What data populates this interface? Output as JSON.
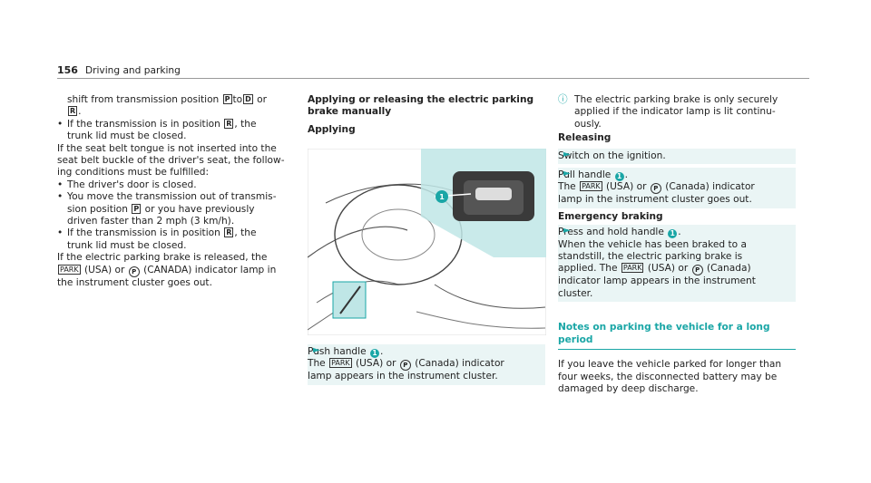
{
  "header": {
    "page_number": "156",
    "section": "Driving and parking"
  },
  "col1": {
    "l1": "shift from transmission position",
    "key_P": "P",
    "to": "to",
    "key_D": "D",
    "or": "or",
    "key_R": "R",
    "period": ".",
    "b1_a": "If the transmission is in position",
    "b1_b": ", the",
    "b1_c": "trunk lid must be closed.",
    "p2_1": "If the seat belt tongue is not inserted into the",
    "p2_2": "seat belt buckle of the driver's seat, the follow-",
    "p2_3": "ing conditions must be fulfilled:",
    "b2": "The driver's door is closed.",
    "b3_1": "You move the transmission out of transmis-",
    "b3_2a": "sion position",
    "b3_2b": "or you have previously",
    "b3_3": "driven faster than 2 mph (3 km/h).",
    "b4_a": "If the transmission is in position",
    "b4_b": ", the",
    "b4_c": "trunk lid must be closed.",
    "p3_1": "If the electric parking brake is released, the",
    "park": "PARK",
    "p3_2a": "(USA) or",
    "p3_2b": "(CANADA) indicator lamp in",
    "p3_3": "the instrument cluster goes out.",
    "bullet": "•"
  },
  "col2": {
    "heading_1": "Applying or releasing the electric parking",
    "heading_2": "brake manually",
    "sub": "Applying",
    "step_a": "Push handle",
    "step_num": "1",
    "step_b": "The",
    "park": "PARK",
    "step_c": "(USA) or",
    "step_d": "(Canada) indicator",
    "step_e": "lamp appears in the instrument cluster."
  },
  "col3": {
    "note_1": "The electric parking brake is only securely",
    "note_2": "applied if the indicator lamp is lit continu-",
    "note_3": "ously.",
    "releasing": "Releasing",
    "r1": "Switch on the ignition.",
    "r2_a": "Pull handle",
    "r2_num": "1",
    "r2_b": "The",
    "park": "PARK",
    "r2_c": "(USA) or",
    "r2_d": "(Canada) indicator",
    "r2_e": "lamp in the instrument cluster goes out.",
    "emergency": "Emergency braking",
    "e1_a": "Press and hold handle",
    "e1_b": "When the vehicle has been braked to a",
    "e1_c": "standstill, the electric parking brake is",
    "e1_d": "applied. The",
    "e1_e": "(USA) or",
    "e1_f": "(Canada)",
    "e1_g": "indicator lamp appears in the instrument",
    "e1_h": "cluster.",
    "notes_h1": "Notes on parking the vehicle for a long",
    "notes_h2": "period",
    "n1": "If you leave the vehicle parked for longer than",
    "n2": "four weeks, the disconnected battery may be",
    "n3": "damaged by deep discharge."
  },
  "figure": {
    "callout": "1"
  },
  "colors": {
    "accent": "#1aa6a6",
    "highlight": "#eaf5f5"
  },
  "icons": {
    "step": "arrow-right-icon",
    "info": "info-icon",
    "brake": "parking-brake-circle-icon"
  }
}
